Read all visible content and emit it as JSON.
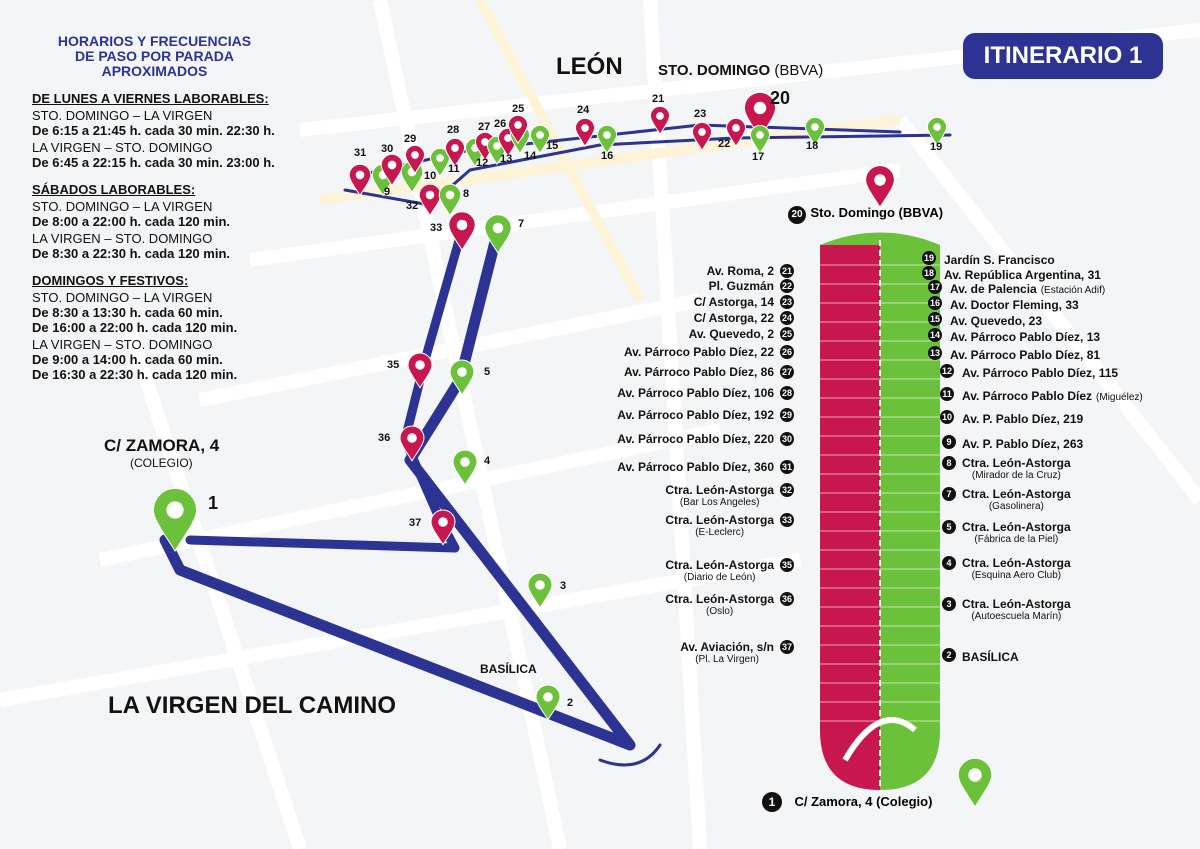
{
  "schedule": {
    "heading": [
      "HORARIOS Y FRECUENCIAS",
      "DE PASO POR PARADA",
      "APROXIMADOS"
    ],
    "sections": [
      {
        "title": "DE LUNES A VIERNES LABORABLES:",
        "routes": [
          {
            "route": "STO. DOMINGO – LA VIRGEN",
            "times": [
              "De 6:15 a 21:45 h. cada 30 min. 22:30 h."
            ]
          },
          {
            "route": "LA VIRGEN – STO. DOMINGO",
            "times": [
              "De 6:45 a 22:15 h. cada 30 min. 23:00 h."
            ]
          }
        ]
      },
      {
        "title": "SÁBADOS LABORABLES:",
        "routes": [
          {
            "route": "STO. DOMINGO – LA VIRGEN",
            "times": [
              "De 8:00 a 22:00 h. cada 120 min."
            ]
          },
          {
            "route": "LA VIRGEN – STO. DOMINGO",
            "times": [
              "De 8:30 a 22:30 h. cada 120 min."
            ]
          }
        ]
      },
      {
        "title": "DOMINGOS Y FESTIVOS:",
        "routes": [
          {
            "route": "STO. DOMINGO – LA VIRGEN",
            "times": [
              "De 8:30 a 13:30 h. cada 60 min.",
              "De 16:00 a 22:00 h. cada 120 min."
            ]
          },
          {
            "route": "LA VIRGEN – STO. DOMINGO",
            "times": [
              "De 9:00 a 14:00 h. cada 60 min.",
              "De 16:30 a 22:30 h. cada 120 min."
            ]
          }
        ]
      }
    ]
  },
  "badge": "ITINERARIO 1",
  "map": {
    "city": "LEÓN",
    "sto_domingo": "STO. DOMINGO",
    "sto_domingo_sub": "(BBVA)",
    "zamora": "C/ ZAMORA, 4",
    "zamora_sub": "(COLEGIO)",
    "town": "LA VIRGEN DEL CAMINO",
    "basilica": "BASÍLICA",
    "start_number": "1",
    "terminal_number": "20"
  },
  "diagram": {
    "top_label": "Sto. Domingo (BBVA)",
    "top_number": "20",
    "bottom_label": "C/ Zamora, 4 (Colegio)",
    "bottom_number": "1",
    "outbound": [
      {
        "n": "21",
        "name": "Av. Roma, 2",
        "sub": ""
      },
      {
        "n": "22",
        "name": "Pl. Guzmán",
        "sub": ""
      },
      {
        "n": "23",
        "name": "C/ Astorga, 14",
        "sub": ""
      },
      {
        "n": "24",
        "name": "C/ Astorga, 22",
        "sub": ""
      },
      {
        "n": "25",
        "name": "Av. Quevedo, 2",
        "sub": ""
      },
      {
        "n": "26",
        "name": "Av. Párroco Pablo Díez, 22",
        "sub": ""
      },
      {
        "n": "27",
        "name": "Av. Párroco Pablo Díez, 86",
        "sub": ""
      },
      {
        "n": "28",
        "name": "Av. Párroco Pablo Díez, 106",
        "sub": ""
      },
      {
        "n": "29",
        "name": "Av. Párroco Pablo Díez, 192",
        "sub": ""
      },
      {
        "n": "30",
        "name": "Av. Párroco Pablo Díez, 220",
        "sub": ""
      },
      {
        "n": "31",
        "name": "Av. Párroco Pablo Díez, 360",
        "sub": ""
      },
      {
        "n": "32",
        "name": "Ctra. León-Astorga",
        "sub": "(Bar Los Angeles)"
      },
      {
        "n": "33",
        "name": "Ctra. León-Astorga",
        "sub": "(E-Leclerc)"
      },
      {
        "n": "35",
        "name": "Ctra. León-Astorga",
        "sub": "(Diario de León)"
      },
      {
        "n": "36",
        "name": "Ctra. León-Astorga",
        "sub": "(Oslo)"
      },
      {
        "n": "37",
        "name": "Av. Aviación, s/n",
        "sub": "(Pl. La Virgen)"
      }
    ],
    "inbound": [
      {
        "n": "19",
        "name": "Jardín S. Francisco",
        "sub": ""
      },
      {
        "n": "18",
        "name": "Av. República Argentina, 31",
        "sub": ""
      },
      {
        "n": "17",
        "name": "Av. de Palencia",
        "sub": "(Estación Adif)"
      },
      {
        "n": "16",
        "name": "Av. Doctor Fleming, 33",
        "sub": ""
      },
      {
        "n": "15",
        "name": "Av. Quevedo, 23",
        "sub": ""
      },
      {
        "n": "14",
        "name": "Av. Párroco Pablo Díez, 13",
        "sub": ""
      },
      {
        "n": "13",
        "name": "Av. Párroco Pablo Díez, 81",
        "sub": ""
      },
      {
        "n": "12",
        "name": "Av. Párroco Pablo Díez, 115",
        "sub": ""
      },
      {
        "n": "11",
        "name": "Av. Párroco Pablo Díez",
        "sub": "(Miguélez)"
      },
      {
        "n": "10",
        "name": "Av. P. Pablo Díez, 219",
        "sub": ""
      },
      {
        "n": "9",
        "name": "Av. P. Pablo Díez, 263",
        "sub": ""
      },
      {
        "n": "8",
        "name": "Ctra. León-Astorga",
        "sub": "(Mirador de la Cruz)"
      },
      {
        "n": "7",
        "name": "Ctra. León-Astorga",
        "sub": "(Gasolinera)"
      },
      {
        "n": "5",
        "name": "Ctra. León-Astorga",
        "sub": "(Fábrica de la Piel)"
      },
      {
        "n": "4",
        "name": "Ctra. León-Astorga",
        "sub": "(Esquina Aero Club)"
      },
      {
        "n": "3",
        "name": "Ctra. León-Astorga",
        "sub": "(Autoescuela Marín)"
      },
      {
        "n": "2",
        "name": "BASÍLICA",
        "sub": ""
      }
    ]
  },
  "stop_numbers": [
    "2",
    "3",
    "4",
    "5",
    "7",
    "8",
    "9",
    "10",
    "11",
    "12",
    "13",
    "14",
    "15",
    "16",
    "17",
    "18",
    "19",
    "21",
    "22",
    "23",
    "24",
    "25",
    "26",
    "27",
    "28",
    "29",
    "30",
    "31",
    "32",
    "33",
    "35",
    "36",
    "37"
  ],
  "colors": {
    "navy": "#2d3392",
    "red": "#c8174f",
    "green": "#6cc13a"
  }
}
